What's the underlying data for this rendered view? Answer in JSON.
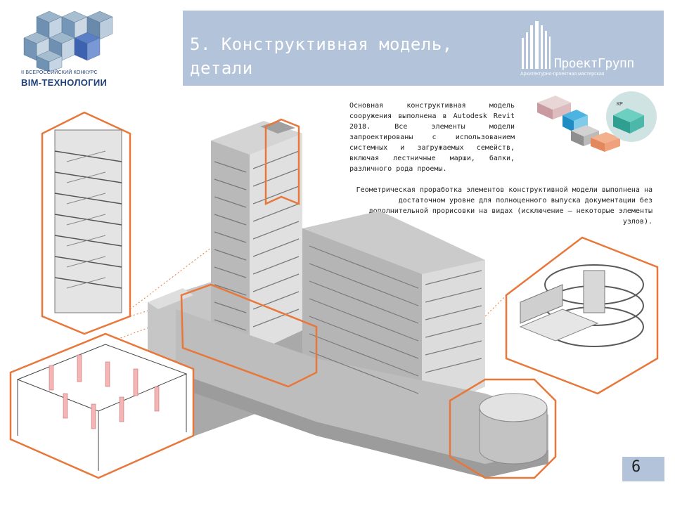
{
  "logo": {
    "line1": "II ВСЕРОССИЙСКИЙ КОНКУРС",
    "line2": "BIM-ТЕХНОЛОГИИ"
  },
  "header": {
    "title": "5. Конструктивная модель, детали"
  },
  "company": {
    "name": "ПроектГрупп",
    "subtitle": "Архитектурно-проектная мастерская"
  },
  "description": {
    "paragraph1": "Основная конструктивная модель сооружения выполнена в Autodesk Revit 2018. Все элементы модели запроектированы с использованием системных и загружаемых семейств, включая лестничные марши, балки, различного рода проемы.",
    "paragraph2": "Геометрическая проработка элементов конструктивной модели выполнена на достаточном уровне для полноценного выпуска документации без дополнительной прорисовки на видах (исключение – некоторые элементы узлов)."
  },
  "thumbnail_label": "КР",
  "page_number": "6",
  "colors": {
    "banner": "#b3c4da",
    "accent_orange": "#e8773a",
    "logo_blue": "#1f3f7a"
  }
}
